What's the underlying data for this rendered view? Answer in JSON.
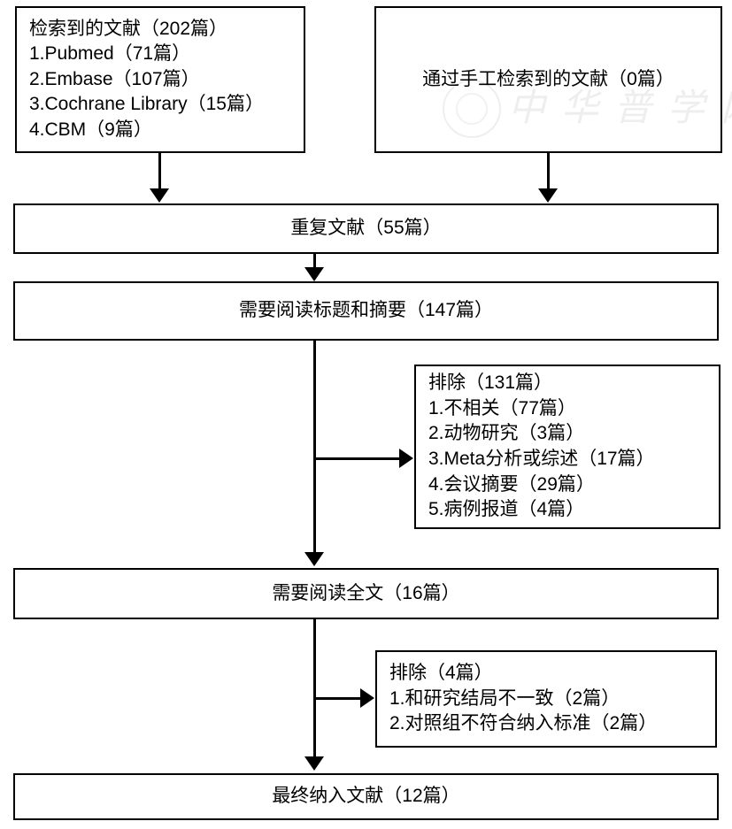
{
  "diagram": {
    "type": "prisma-flow-diagram",
    "language": "zh-CN",
    "colors": {
      "stroke": "#000000",
      "background": "#ffffff",
      "watermark": "#9d9d9d"
    },
    "watermark_text": "中华普学网"
  },
  "nodes": {
    "database_search": {
      "title": "检索到的文献（202篇）",
      "lines": [
        "检索到的文献（202篇）",
        "1.Pubmed（71篇）",
        "2.Embase（107篇）",
        "3.Cochrane Library（15篇）",
        "4.CBM（9篇）"
      ],
      "total": 202,
      "sources": [
        {
          "index": "1.",
          "name": "Pubmed",
          "count": 71,
          "label": "1.Pubmed（71篇）"
        },
        {
          "index": "2.",
          "name": "Embase",
          "count": 107,
          "label": "2.Embase（107篇）"
        },
        {
          "index": "3.",
          "name": "Cochrane Library",
          "count": 15,
          "label": "3.Cochrane Library（15篇）"
        },
        {
          "index": "4.",
          "name": "CBM",
          "count": 9,
          "label": "4.CBM（9篇）"
        }
      ]
    },
    "manual_search": {
      "label": "通过手工检索到的文献（0篇）",
      "count": 0
    },
    "duplicates": {
      "label": "重复文献（55篇）",
      "count": 55
    },
    "title_abstract_screening": {
      "label": "需要阅读标题和摘要（147篇）",
      "count": 147
    },
    "excluded_abstract": {
      "lines": [
        "排除（131篇）",
        "1.不相关（77篇）",
        "2.动物研究（3篇）",
        "3.Meta分析或综述（17篇）",
        "4.会议摘要（29篇）",
        "5.病例报道（4篇）"
      ],
      "header": "排除（131篇）",
      "total": 131,
      "reasons": [
        {
          "index": "1.",
          "reason": "不相关",
          "count": 77,
          "label": "1.不相关（77篇）"
        },
        {
          "index": "2.",
          "reason": "动物研究",
          "count": 3,
          "label": "2.动物研究（3篇）"
        },
        {
          "index": "3.",
          "reason": "Meta分析或综述",
          "count": 17,
          "label": "3.Meta分析或综述（17篇）"
        },
        {
          "index": "4.",
          "reason": "会议摘要",
          "count": 29,
          "label": "4.会议摘要（29篇）"
        },
        {
          "index": "5.",
          "reason": "病例报道",
          "count": 4,
          "label": "5.病例报道（4篇）"
        }
      ]
    },
    "fulltext_screening": {
      "label": "需要阅读全文（16篇）",
      "count": 16
    },
    "excluded_fulltext": {
      "lines": [
        "排除（4篇）",
        "1.和研究结局不一致（2篇）",
        "2.对照组不符合纳入标准（2篇）"
      ],
      "header": "排除（4篇）",
      "total": 4,
      "reasons": [
        {
          "index": "1.",
          "reason": "和研究结局不一致",
          "count": 2,
          "label": "1.和研究结局不一致（2篇）"
        },
        {
          "index": "2.",
          "reason": "对照组不符合纳入标准",
          "count": 2,
          "label": "2.对照组不符合纳入标准（2篇）"
        }
      ]
    },
    "included": {
      "label": "最终纳入文献（12篇）",
      "count": 12
    }
  }
}
